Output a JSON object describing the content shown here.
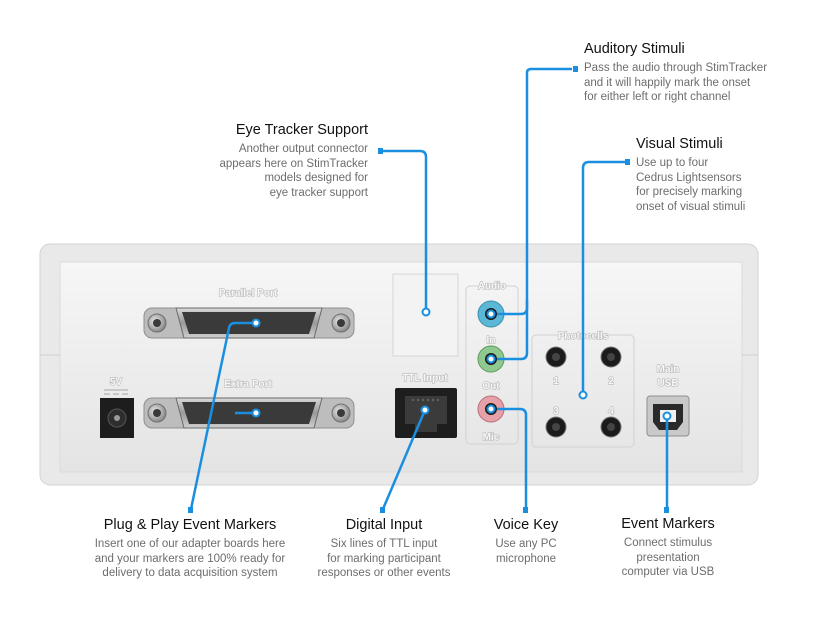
{
  "callouts": {
    "auditory": {
      "title": "Auditory Stimuli",
      "lines": [
        "Pass the audio through StimTracker",
        "and it will happily mark the onset",
        "for either left or right channel"
      ]
    },
    "eye_tracker": {
      "title": "Eye Tracker Support",
      "lines": [
        "Another output connector",
        "appears here on StimTracker",
        "models designed for",
        "eye tracker support"
      ]
    },
    "visual": {
      "title": "Visual Stimuli",
      "lines": [
        "Use up to four",
        "Cedrus Lightsensors",
        "for precisely marking",
        "onset of visual stimuli"
      ]
    },
    "plug_play": {
      "title": "Plug & Play Event Markers",
      "lines": [
        "Insert one of our adapter boards here",
        "and your markers are 100% ready for",
        "delivery to data acquisition system"
      ]
    },
    "digital_input": {
      "title": "Digital Input",
      "lines": [
        "Six lines of TTL input",
        "for marking participant",
        "responses or other events"
      ]
    },
    "voice_key": {
      "title": "Voice Key",
      "lines": [
        "Use any PC",
        "microphone"
      ]
    },
    "event_markers": {
      "title": "Event Markers",
      "lines": [
        "Connect stimulus",
        "presentation",
        "computer via USB"
      ]
    }
  },
  "panel_labels": {
    "parallel": "Parallel Port",
    "extra": "Extra Port",
    "power": "5V",
    "ttl": "TTL Input",
    "audio": "Audio",
    "in": "In",
    "out": "Out",
    "mic": "Mic",
    "photocells": "Photocells",
    "pc1": "1",
    "pc2": "2",
    "pc3": "3",
    "pc4": "4",
    "usb_top": "Main",
    "usb_bottom": "USB"
  },
  "colors": {
    "leader": "#1a8fe0",
    "device_body": "#eeeeee",
    "jack_in": "#5ab7d6",
    "jack_out": "#8fc98f",
    "jack_mic": "#e6a0a8"
  }
}
